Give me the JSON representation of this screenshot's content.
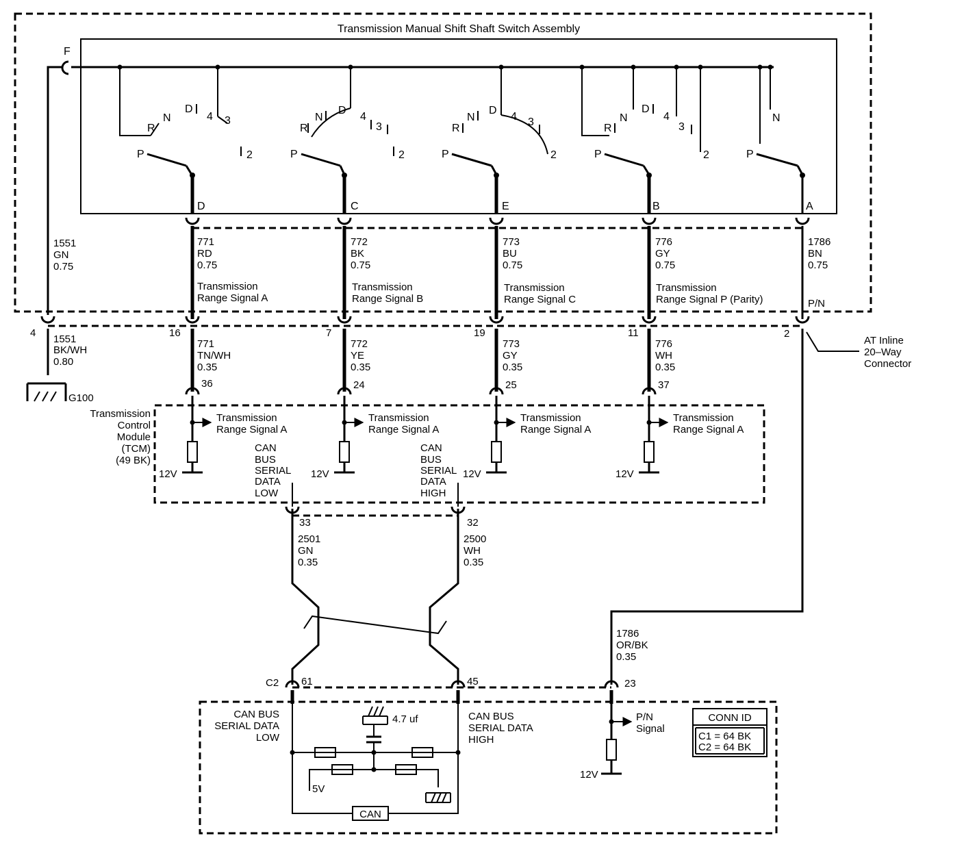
{
  "assembly": {
    "title": "Transmission Manual Shift Shaft Switch Assembly",
    "pins": [
      "D",
      "C",
      "E",
      "B",
      "A",
      "F"
    ]
  },
  "switches": [
    {
      "positions": [
        "P",
        "R",
        "N",
        "D",
        "4",
        "3",
        "2"
      ]
    },
    {
      "positions": [
        "P",
        "R",
        "N",
        "D",
        "4",
        "3",
        "2"
      ]
    },
    {
      "positions": [
        "P",
        "R",
        "N",
        "D",
        "4",
        "3",
        "2"
      ]
    },
    {
      "positions": [
        "P",
        "R",
        "N",
        "D",
        "4",
        "3",
        "2"
      ]
    },
    {
      "positions": [
        "P",
        "N"
      ]
    }
  ],
  "upper_wires": [
    {
      "circuit": "1551",
      "color": "GN",
      "gauge": "0.75",
      "name": ""
    },
    {
      "circuit": "771",
      "color": "RD",
      "gauge": "0.75",
      "name1": "Transmission",
      "name2": "Range Signal A"
    },
    {
      "circuit": "772",
      "color": "BK",
      "gauge": "0.75",
      "name1": "Transmission",
      "name2": "Range Signal B"
    },
    {
      "circuit": "773",
      "color": "BU",
      "gauge": "0.75",
      "name1": "Transmission",
      "name2": "Range Signal C"
    },
    {
      "circuit": "776",
      "color": "GY",
      "gauge": "0.75",
      "name1": "Transmission",
      "name2": "Range Signal P (Parity)"
    },
    {
      "circuit": "1786",
      "color": "BN",
      "gauge": "0.75",
      "name1": "P/N"
    }
  ],
  "inline_connector": {
    "label1": "AT Inline",
    "label2": "20–Way",
    "label3": "Connector",
    "pins": [
      "4",
      "16",
      "7",
      "19",
      "11",
      "2"
    ]
  },
  "lower_wires": [
    {
      "circuit": "1551",
      "color": "BK/WH",
      "gauge": "0.80"
    },
    {
      "circuit": "771",
      "color": "TN/WH",
      "gauge": "0.35"
    },
    {
      "circuit": "772",
      "color": "YE",
      "gauge": "0.35"
    },
    {
      "circuit": "773",
      "color": "GY",
      "gauge": "0.35"
    },
    {
      "circuit": "776",
      "color": "WH",
      "gauge": "0.35"
    }
  ],
  "ground": {
    "label": "G100"
  },
  "tcm": {
    "label1": "Transmission",
    "label2": "Control",
    "label3": "Module",
    "label4": "(TCM)",
    "label5": "(49 BK)",
    "pins": [
      "36",
      "24",
      "25",
      "37"
    ],
    "signal1": "Transmission",
    "signal2": "Range Signal A",
    "supply": "12V",
    "can_low": [
      "CAN",
      "BUS",
      "SERIAL",
      "DATA",
      "LOW"
    ],
    "can_high": [
      "CAN",
      "BUS",
      "SERIAL",
      "DATA",
      "HIGH"
    ],
    "can_pins": [
      "33",
      "32"
    ]
  },
  "can_wires": [
    {
      "circuit": "2501",
      "color": "GN",
      "gauge": "0.35"
    },
    {
      "circuit": "2500",
      "color": "WH",
      "gauge": "0.35"
    }
  ],
  "pn_wire": {
    "circuit": "1786",
    "color": "OR/BK",
    "gauge": "0.35"
  },
  "module2": {
    "connector": "C2",
    "pins": [
      "61",
      "45",
      "23"
    ],
    "can_low": [
      "CAN BUS",
      "SERIAL DATA",
      "LOW"
    ],
    "can_high": [
      "CAN BUS",
      "SERIAL DATA",
      "HIGH"
    ],
    "capacitor": "4.7 uf",
    "five_volt": "5V",
    "can_box": "CAN",
    "pn_signal1": "P/N",
    "pn_signal2": "Signal",
    "supply": "12V"
  },
  "conn_id": {
    "title": "CONN ID",
    "line1": "C1 = 64 BK",
    "line2": "C2 = 64 BK"
  }
}
